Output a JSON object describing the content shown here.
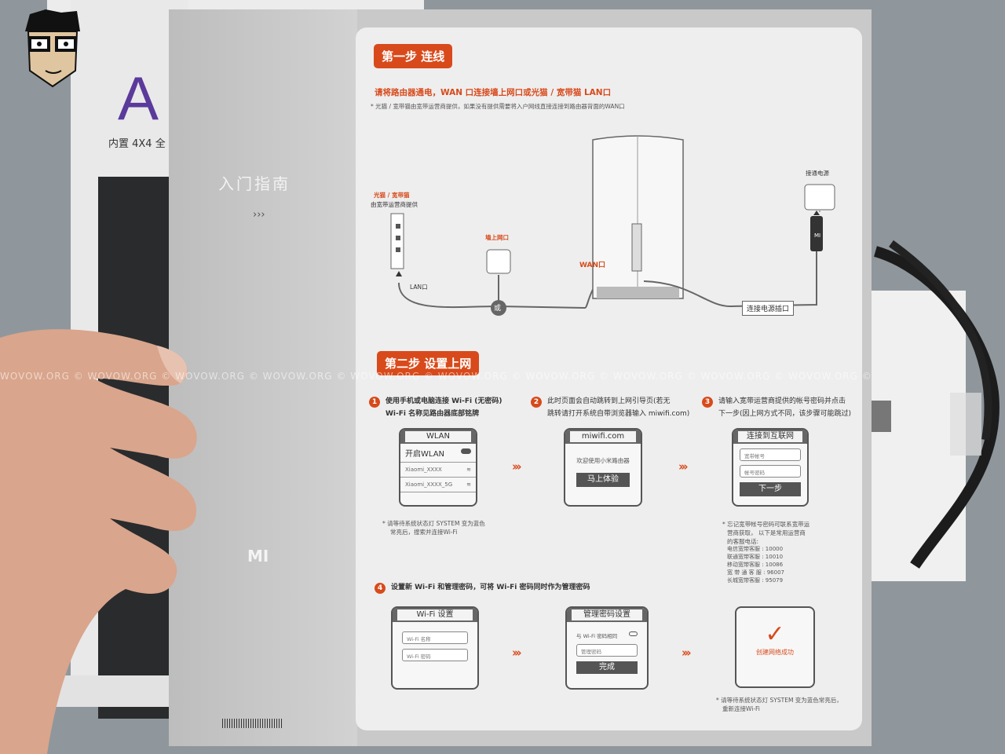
{
  "box": {
    "brand_letter": "A",
    "subtitle": "内置 4X4 全"
  },
  "guide": {
    "title": "入门指南",
    "chevrons": "›››",
    "logo": "MI"
  },
  "step1": {
    "badge": "第一步 连线",
    "instruction": "请将路由器通电，WAN 口连接墙上网口或光猫 / 宽带猫 LAN口",
    "note": "* 光猫 / 宽带猫由宽带运营商提供，如果没有提供需要将入户网线直接连接到路由器背面的WAN口",
    "modem_label": "光猫 / 宽带猫",
    "modem_sub": "由宽带运营商提供",
    "lan_label": "LAN口",
    "wall_label": "墙上网口",
    "or_label": "或",
    "wan_label": "WAN口",
    "power_label": "接通电源",
    "power_port_label": "连接电源插口",
    "plug_logo": "MI"
  },
  "step2": {
    "badge": "第二步 设置上网",
    "items": [
      {
        "num": "1",
        "line1": "使用手机或电脑连接 Wi-Fi (无密码)",
        "line2": "Wi-Fi 名称见路由器底部铭牌"
      },
      {
        "num": "2",
        "line1": "此时页面会自动跳转到上网引导页(若无",
        "line2": "跳转请打开系统自带浏览器输入 miwifi.com)"
      },
      {
        "num": "3",
        "line1": "请输入宽带运营商提供的帐号密码并点击",
        "line2": "下一步(因上网方式不同，该步骤可能跳过)"
      }
    ],
    "wlan": {
      "title": "WLAN",
      "toggle_label": "开启WLAN",
      "networks": [
        "Xiaomi_XXXX",
        "Xiaomi_XXXX_5G"
      ]
    },
    "browser": {
      "title": "miwifi.com",
      "welcome": "欢迎使用小米路由器",
      "button": "马上体验"
    },
    "connect": {
      "title": "连接到互联网",
      "account_placeholder": "宽带帐号",
      "password_placeholder": "帐号密码",
      "button": "下一步"
    },
    "note1": [
      "* 请等待系统状态灯 SYSTEM 变为蓝色",
      "常亮后，搜索并连接Wi-Fi"
    ],
    "note3": [
      "* 忘记宽带帐号密码可联系宽带运",
      "营商获取， 以下是常用运营商",
      "的客服电话:"
    ],
    "hotlines": [
      "电信宽带客服 : 10000",
      "联通宽带客服 : 10010",
      "移动宽带客服 : 10086",
      "宽 带 通 客 服 : 96007",
      "长城宽带客服 : 95079"
    ],
    "step4": {
      "num": "4",
      "text": "设置新 Wi-Fi 和管理密码，可将 Wi-Fi 密码同时作为管理密码"
    },
    "wifi_setup": {
      "title": "Wi-Fi 设置",
      "name_placeholder": "Wi-Fi 名称",
      "password_placeholder": "Wi-Fi 密码"
    },
    "admin_setup": {
      "title": "管理密码设置",
      "same_label": "与 Wi-Fi 密码相同",
      "password_placeholder": "管理密码",
      "button": "完成"
    },
    "success": {
      "check": "✓",
      "text": "创建网络成功"
    },
    "final_note": [
      "* 请等待系统状态灯 SYSTEM 变为蓝色常亮后，",
      "重新连接Wi-Fi"
    ],
    "arrows": "›››"
  },
  "watermark": "WOVOW.ORG ©   WOVOW.ORG ©   WOVOW.ORG ©   WOVOW.ORG ©   WOVOW.ORG ©   WOVOW.ORG ©   WOVOW.ORG ©   WOVOW.ORG ©   WOVOW.ORG ©   WOVOW.ORG ©"
}
